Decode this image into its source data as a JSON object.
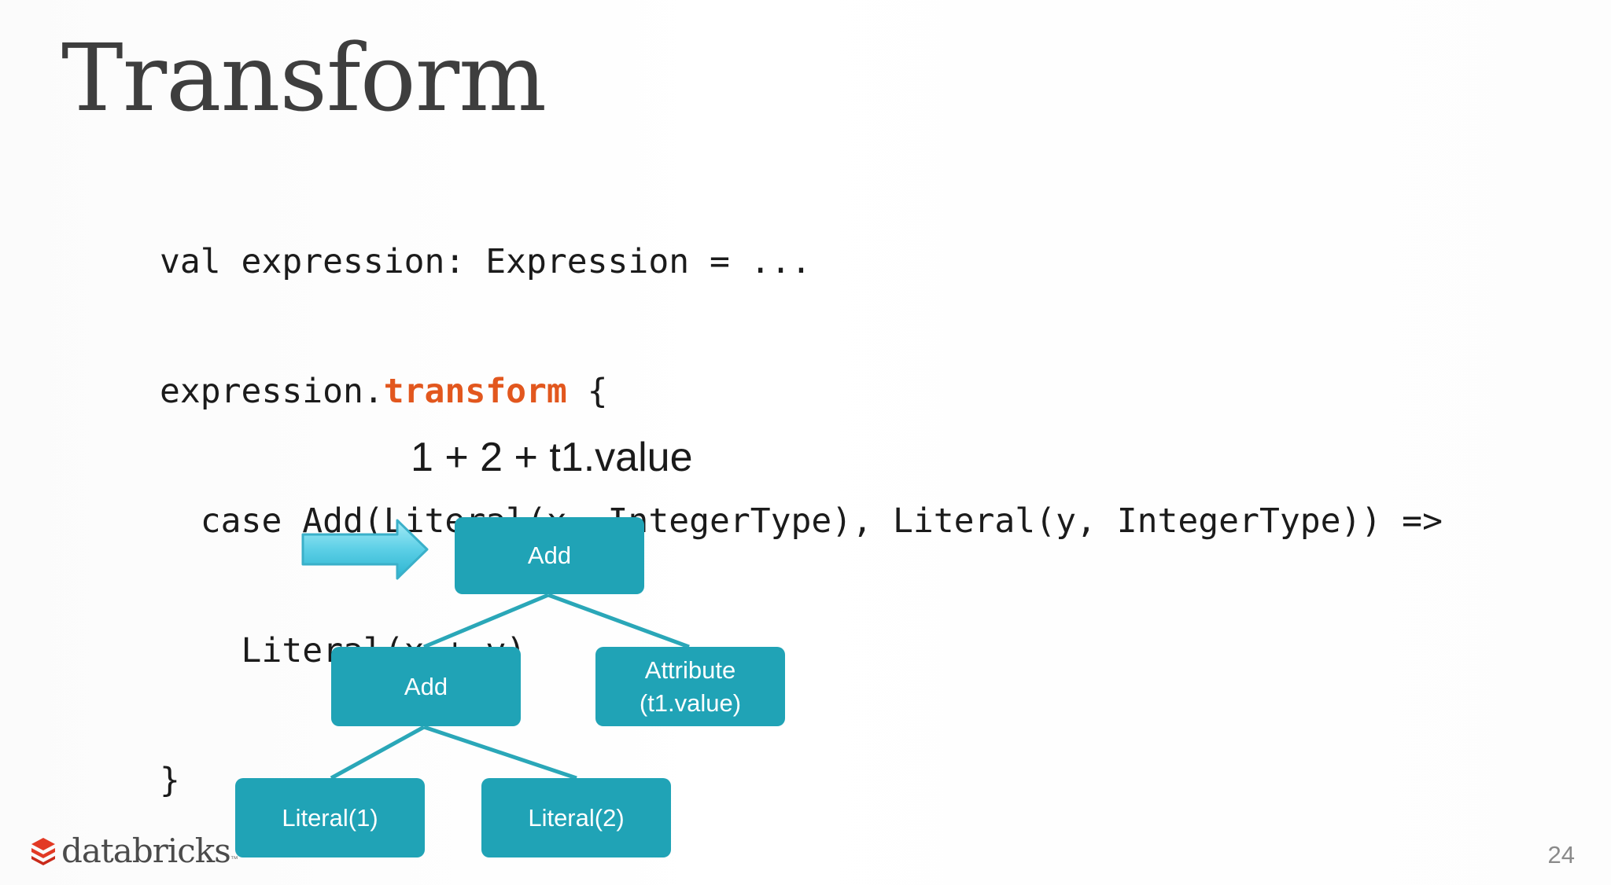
{
  "slide": {
    "title": "Transform",
    "code": {
      "line1": "val expression: Expression = ...",
      "line2_prefix": "expression.",
      "line2_keyword": "transform",
      "line2_suffix": " {",
      "line3": "  case Add(Literal(x, IntegerType), Literal(y, IntegerType)) =>",
      "line4": "    Literal(x + y)",
      "line5": "}"
    },
    "expression": "1 + 2 + t1.value",
    "tree": {
      "root": "Add",
      "left_child": "Add",
      "right_child_line1": "Attribute",
      "right_child_line2": "(t1.value)",
      "left_leaf": "Literal(1)",
      "right_leaf": "Literal(2)"
    },
    "logo": "databricks",
    "logo_tm": "™",
    "page_number": "24"
  },
  "colors": {
    "node_fill": "#20a3b6",
    "edge": "#2aa7b8",
    "arrow_fill": "#5ccfe6",
    "keyword": "#e2571e"
  },
  "icons": [
    "right-arrow-icon",
    "databricks-logo-icon"
  ]
}
